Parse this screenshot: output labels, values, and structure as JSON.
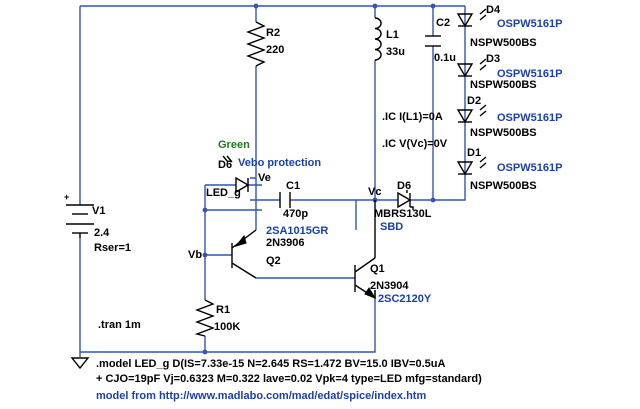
{
  "components": {
    "v1": {
      "ref": "V1",
      "value": "2.4",
      "extra": "Rser=1"
    },
    "r2": {
      "ref": "R2",
      "value": "220"
    },
    "l1": {
      "ref": "L1",
      "value": "33u"
    },
    "c2": {
      "ref": "C2",
      "value": "0.1u"
    },
    "c1": {
      "ref": "C1",
      "value": "470p"
    },
    "r1": {
      "ref": "R1",
      "value": "100K"
    },
    "q1": {
      "ref": "Q1",
      "model": "2N3904",
      "alias": "2SC2120Y"
    },
    "q2": {
      "ref": "Q2",
      "model": "2N3906",
      "alias": "2SA1015GR"
    },
    "d6_sbd": {
      "ref": "D6",
      "model": "MBRS130L",
      "note": "SBD"
    },
    "d6_led": {
      "ref": "D6",
      "model": "LED_g",
      "color": "Green",
      "note": "Vebo protection"
    },
    "d4": {
      "ref": "D4",
      "alias": "OSPW5161P",
      "model": "NSPW500BS"
    },
    "d3": {
      "ref": "D3",
      "alias": "OSPW5161P",
      "model": "NSPW500BS"
    },
    "d2": {
      "ref": "D2",
      "alias": "OSPW5161P",
      "model": "NSPW500BS"
    },
    "d1": {
      "ref": "D1",
      "alias": "OSPW5161P",
      "model": "NSPW500BS"
    }
  },
  "nets": {
    "ve": "Ve",
    "vc": "Vc",
    "vb": "Vb"
  },
  "directives": {
    "ic_l1": ".IC I(L1)=0A",
    "ic_vc": ".IC V(Vc)=0V",
    "tran": ".tran 1m"
  },
  "footer": {
    "model_line1": ".model LED_g D(IS=7.33e-15 N=2.645 RS=1.472 BV=15.0 IBV=0.5uA",
    "model_line2": "+ CJO=19pF Vj=0.6323 M=0.322 lave=0.02 Vpk=4 type=LED mfg=standard)",
    "url_line": "model from http://www.madlabo.com/mad/edat/spice/index.htm"
  },
  "colors": {
    "wire": "#2f55b8",
    "label_blue": "#1a3fb0",
    "label_green": "#1d7a1d"
  }
}
